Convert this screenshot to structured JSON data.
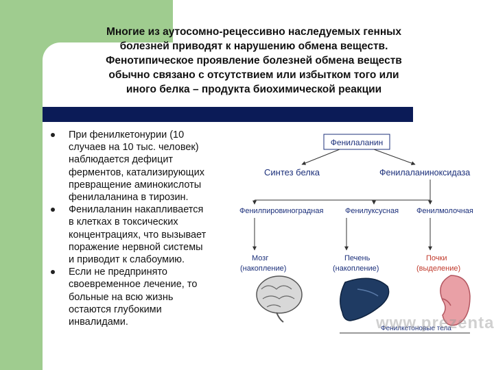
{
  "title": {
    "lines": [
      "Многие из аутосомно-рецессивно наследуемых генных",
      "болезней приводят к нарушению обмена веществ.",
      "Фенотипическое проявление болезней обмена веществ",
      "обычно связано с отсутствием или избытком того или",
      "иного белка – продукта биохимической реакции"
    ]
  },
  "bullets": [
    {
      "lines": [
        "При фенилкетонурии (10",
        "случаев на 10 тыс. человек)",
        "наблюдается дефицит",
        "ферментов, катализирующих",
        "превращение аминокислоты",
        "фенилаланина в тирозин."
      ]
    },
    {
      "lines": [
        "Фенилаланин накапливается",
        "в клетках в токсических",
        "концентрациях, что вызывает",
        "поражение нервной системы",
        "и приводит к слабоумию."
      ]
    },
    {
      "lines": [
        "Если не предпринято",
        "своевременное лечение, то",
        "больные на всю жизнь",
        "остаются глубокими",
        "инвалидами."
      ]
    }
  ],
  "diagram": {
    "top": "Фенилаланин",
    "left": "Синтез белка",
    "right": "Фенилаланиноксидаза",
    "acids": [
      "Фенилпировиноградная",
      "Фенилуксусная",
      "Фенилмолочная"
    ],
    "organs": [
      {
        "name": "Мозг",
        "note": "(накопление)"
      },
      {
        "name": "Печень",
        "note": "(накопление)"
      },
      {
        "name": "Почки",
        "note": "(выделение)"
      }
    ],
    "bottom": "Фенилкетоновые тела",
    "colors": {
      "text": "#1b2f7a",
      "kidney_label": "#c0392b",
      "arrows": "#333333"
    }
  },
  "watermark": "www.prezentaciya.ru"
}
